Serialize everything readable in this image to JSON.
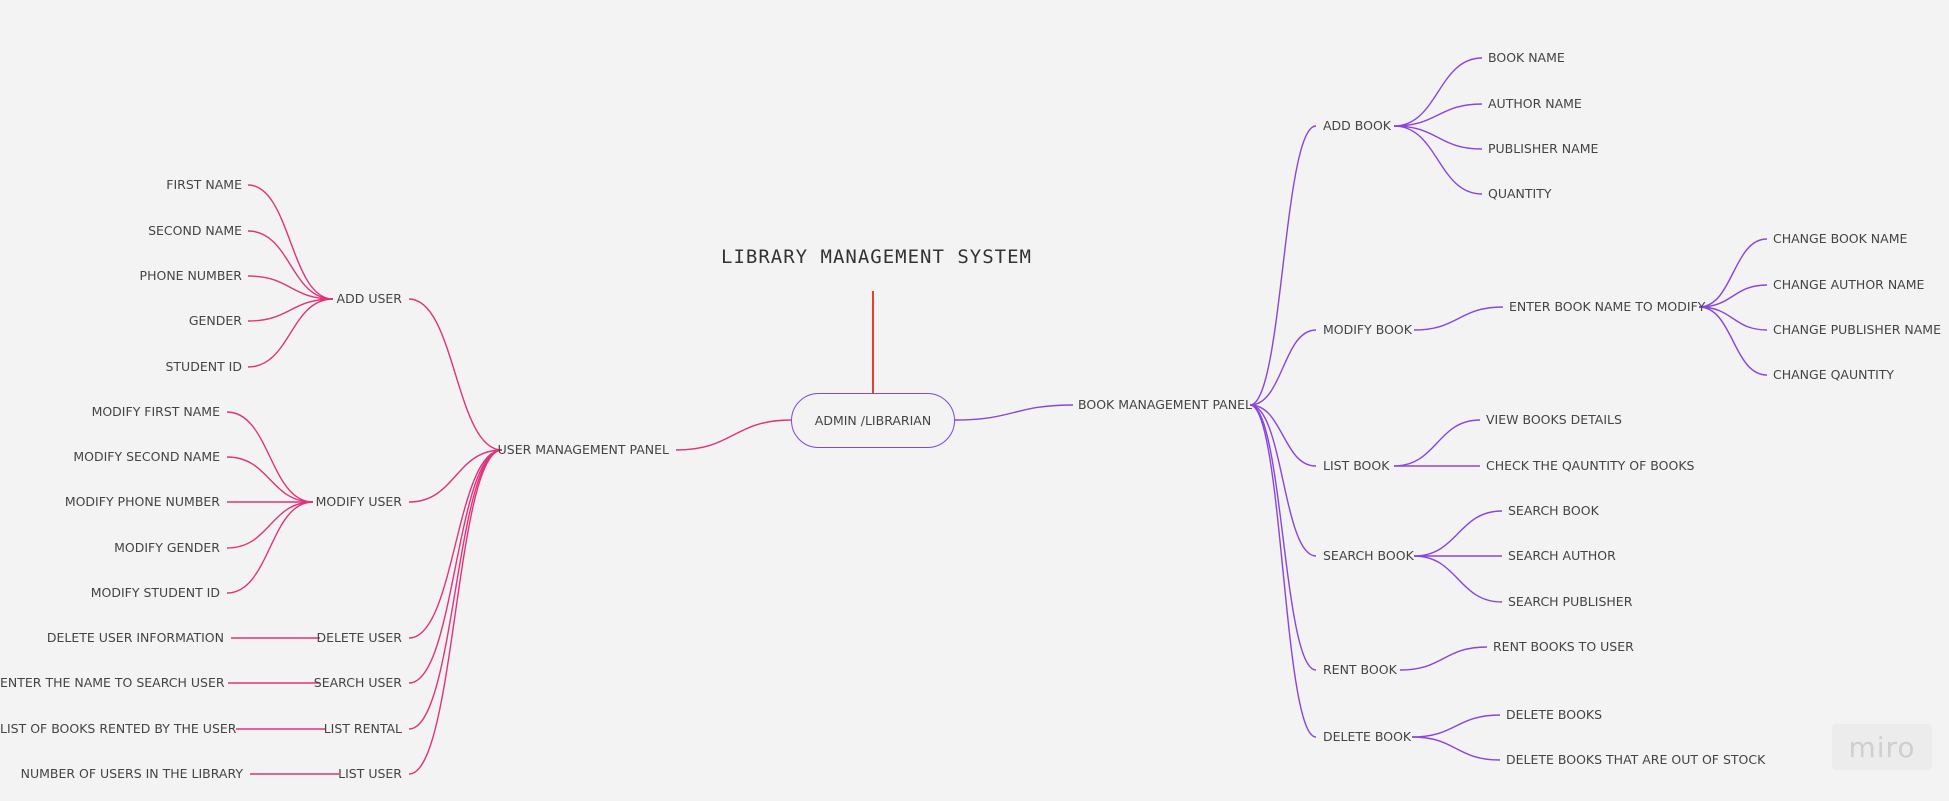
{
  "title": "LIBRARY MANAGEMENT SYSTEM",
  "root": "ADMIN /LIBRARIAN",
  "colors": {
    "user_branch": "#e0337a",
    "book_branch": "#8a45dc",
    "title_stem": "#e2412c",
    "node_border": "#7b4bd6"
  },
  "user_panel": {
    "label": "USER MANAGEMENT PANEL",
    "add_user": {
      "label": "ADD USER",
      "children": [
        "FIRST NAME",
        "SECOND NAME",
        "PHONE NUMBER",
        "GENDER",
        "STUDENT ID"
      ]
    },
    "modify_user": {
      "label": "MODIFY USER",
      "children": [
        "MODIFY FIRST NAME",
        "MODIFY SECOND NAME",
        "MODIFY PHONE NUMBER",
        "MODIFY GENDER",
        "MODIFY STUDENT ID"
      ]
    },
    "delete_user": {
      "label": "DELETE USER",
      "children": [
        "DELETE USER INFORMATION"
      ]
    },
    "search_user": {
      "label": "SEARCH USER",
      "children": [
        "ENTER THE NAME TO SEARCH USER"
      ]
    },
    "list_rental": {
      "label": "LIST RENTAL",
      "children": [
        "LIST OF BOOKS RENTED BY THE USER"
      ]
    },
    "list_user": {
      "label": "LIST USER",
      "children": [
        "NUMBER OF USERS IN THE LIBRARY"
      ]
    }
  },
  "book_panel": {
    "label": "BOOK MANAGEMENT PANEL",
    "add_book": {
      "label": "ADD BOOK",
      "children": [
        "BOOK NAME",
        "AUTHOR NAME",
        "PUBLISHER NAME",
        "QUANTITY"
      ]
    },
    "modify_book": {
      "label": "MODIFY BOOK",
      "enter": {
        "label": "ENTER BOOK NAME TO MODIFY",
        "children": [
          "CHANGE BOOK NAME",
          "CHANGE AUTHOR NAME",
          "CHANGE PUBLISHER NAME",
          "CHANGE QAUNTITY"
        ]
      }
    },
    "list_book": {
      "label": "LIST BOOK",
      "children": [
        "VIEW BOOKS DETAILS",
        "CHECK THE QAUNTITY OF BOOKS"
      ]
    },
    "search_book": {
      "label": "SEARCH BOOK",
      "children": [
        "SEARCH BOOK",
        "SEARCH AUTHOR",
        "SEARCH PUBLISHER"
      ]
    },
    "rent_book": {
      "label": "RENT BOOK",
      "children": [
        "RENT BOOKS TO USER"
      ]
    },
    "delete_book": {
      "label": "DELETE BOOK",
      "children": [
        "DELETE BOOKS",
        "DELETE BOOKS THAT ARE  OUT OF STOCK"
      ]
    }
  },
  "watermark": "miro"
}
